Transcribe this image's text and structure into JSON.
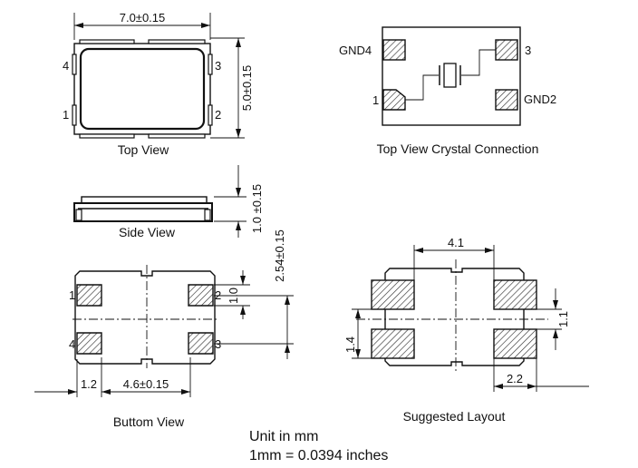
{
  "top_view": {
    "caption": "Top View",
    "width_dim": "7.0±0.15",
    "height_dim": "5.0±0.15",
    "pin_labels": {
      "p1": "1",
      "p2": "2",
      "p3": "3",
      "p4": "4"
    }
  },
  "crystal_connection": {
    "caption": "Top View Crystal Connection",
    "pin_labels": {
      "gnd4": "GND4",
      "p3": "3",
      "p1": "1",
      "gnd2": "GND2"
    }
  },
  "side_view": {
    "caption": "Side View",
    "height_dim": "1.0 ±0.15"
  },
  "bottom_view": {
    "caption": "Buttom View",
    "pad_width_dim": "1.2",
    "pad_pitch_dim": "4.6±0.15",
    "pad_height_dim": "1.0",
    "row_pitch_dim": "2.54±0.15",
    "pin_labels": {
      "p1": "1",
      "p2": "2",
      "p3": "3",
      "p4": "4"
    }
  },
  "suggested_layout": {
    "caption": "Suggested Layout",
    "top_dim": "4.1",
    "bottom_dim": "2.2",
    "right_dim": "1.1",
    "left_dim": "1.4"
  },
  "notes": {
    "unit": "Unit in mm",
    "conversion": "1mm = 0.0394 inches"
  }
}
